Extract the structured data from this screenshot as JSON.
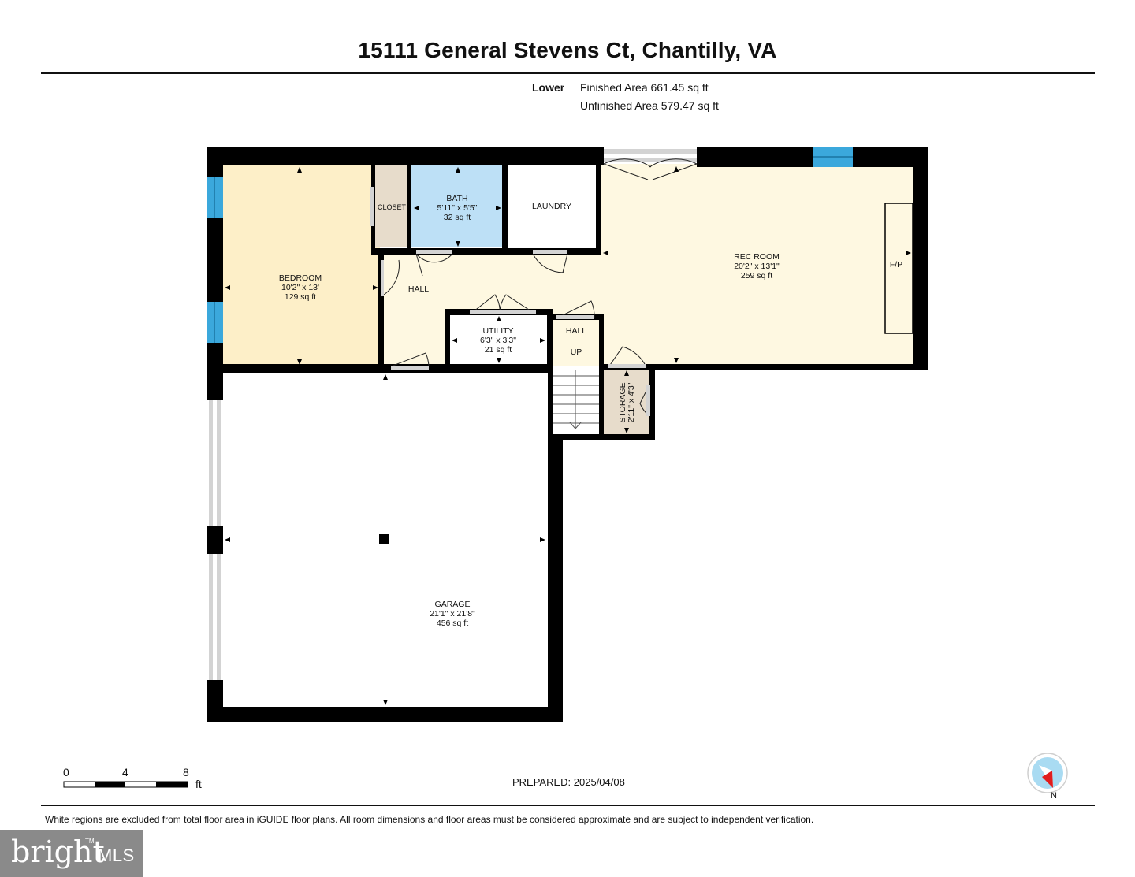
{
  "header": {
    "address": "15111 General Stevens Ct, Chantilly, VA",
    "level": "Lower",
    "finished_area": "Finished Area 661.45 sq ft",
    "unfinished_area": "Unfinished Area 579.47 sq ft"
  },
  "rooms": {
    "bedroom": {
      "name": "BEDROOM",
      "dims": "10'2\" x 13'",
      "area": "129 sq ft"
    },
    "closet": {
      "name": "CLOSET"
    },
    "bath": {
      "name": "BATH",
      "dims": "5'11\" x 5'5\"",
      "area": "32 sq ft"
    },
    "laundry": {
      "name": "LAUNDRY"
    },
    "rec_room": {
      "name": "REC ROOM",
      "dims": "20'2\" x 13'1\"",
      "area": "259 sq ft"
    },
    "fireplace": {
      "name": "F/P"
    },
    "hall": {
      "name": "HALL"
    },
    "utility": {
      "name": "UTILITY",
      "dims": "6'3\" x 3'3\"",
      "area": "21 sq ft"
    },
    "hall2": {
      "name": "HALL",
      "stairs": "UP"
    },
    "storage": {
      "name": "STORAGE",
      "dims": "2'11\" x 4'3\""
    },
    "garage": {
      "name": "GARAGE",
      "dims": "21'1\" x 21'8\"",
      "area": "456 sq ft"
    }
  },
  "scale": {
    "ticks": [
      "0",
      "4",
      "8"
    ],
    "unit": "ft"
  },
  "prepared": "PREPARED: 2025/04/08",
  "disclaimer": "White regions are excluded from total floor area in iGUIDE floor plans. All room dimensions and floor areas must be considered approximate and are subject to independent verification.",
  "compass": {
    "label": "N"
  },
  "brand": {
    "main": "bright",
    "tm": "TM",
    "mls": "MLS"
  },
  "colors": {
    "wall": "#000000",
    "bedroom": "#fdefc8",
    "bath": "#bde0f6",
    "finished": "#fef8e1",
    "closet": "#e7dccb",
    "storage": "#e7dccb",
    "window": "#3ba8dc",
    "door": "#d3d3d3",
    "garage": "#ffffff"
  }
}
